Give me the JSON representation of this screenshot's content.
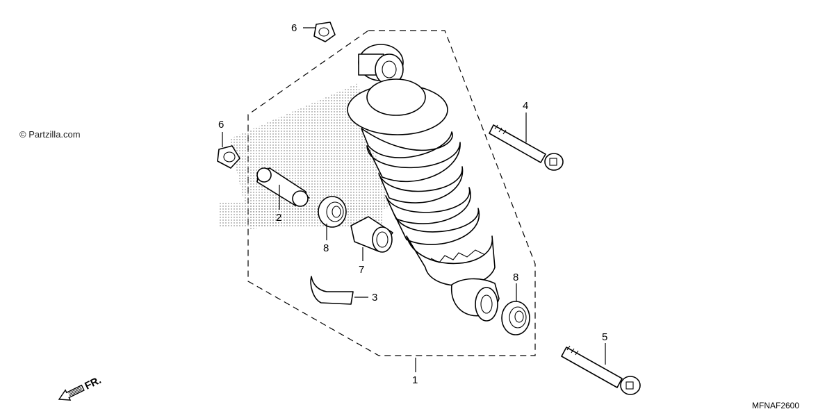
{
  "watermark": "© Partzilla.com",
  "diagram_code": "MFNAF2600",
  "front_indicator": "FR.",
  "callouts": {
    "p1": "1",
    "p2": "2",
    "p3": "3",
    "p4": "4",
    "p5": "5",
    "p6a": "6",
    "p6b": "6",
    "p7": "7",
    "p8a": "8",
    "p8b": "8"
  }
}
